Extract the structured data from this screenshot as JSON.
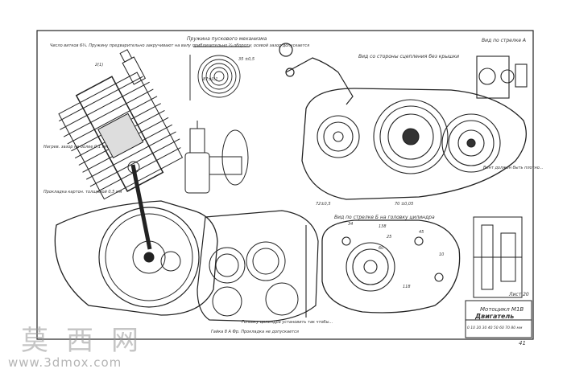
{
  "labels": {
    "spring_title": "Пружина пускового механизма",
    "view_a_title": "Вид по стрелке А",
    "clutch_view_title": "Вид со стороны сцепления без крышки",
    "view_b_title": "Вид по стрелке Б на головку цилиндра",
    "top_note": "Число витков 6¾. Пружину предварительно закручивают на валу приблизительно ¾ оборота; осевой зазор допускается",
    "gap_note": "Нагрев. зазор не более 0,1 мм",
    "gasket_note": "Прокладка картон. толщиной 0,5 мм",
    "seal_note": "Гайка 8 А Фр. Прокладка не допускается",
    "cylinder_note": "Головку цилиндра установить так чтобы...",
    "chain_note": "Винт должен быть плотно...",
    "dim_21": "2(1)",
    "dim_35": "35 ±0,5",
    "dim_72": "72±0,5",
    "dim_70": "70 ±0,05",
    "dim_87": "87±0,1",
    "dim_25": "25",
    "dim_60": "60",
    "dim_45": "45",
    "dim_138": "138",
    "dim_34": "34",
    "dim_10": "10",
    "dim_118": "118",
    "sheet_label": "Лист 20",
    "page_number": "41"
  },
  "title_block": {
    "title": "Мотоцикл М1В",
    "subtitle": "Двигатель",
    "scale": "0 10 20 30 40 50 60 70 80 мм"
  },
  "watermark": {
    "brand": "莫西网",
    "url": "www.3dmox.com"
  },
  "colors": {
    "ink": "#222222",
    "paper": "#ffffff",
    "watermark": "#969696"
  }
}
